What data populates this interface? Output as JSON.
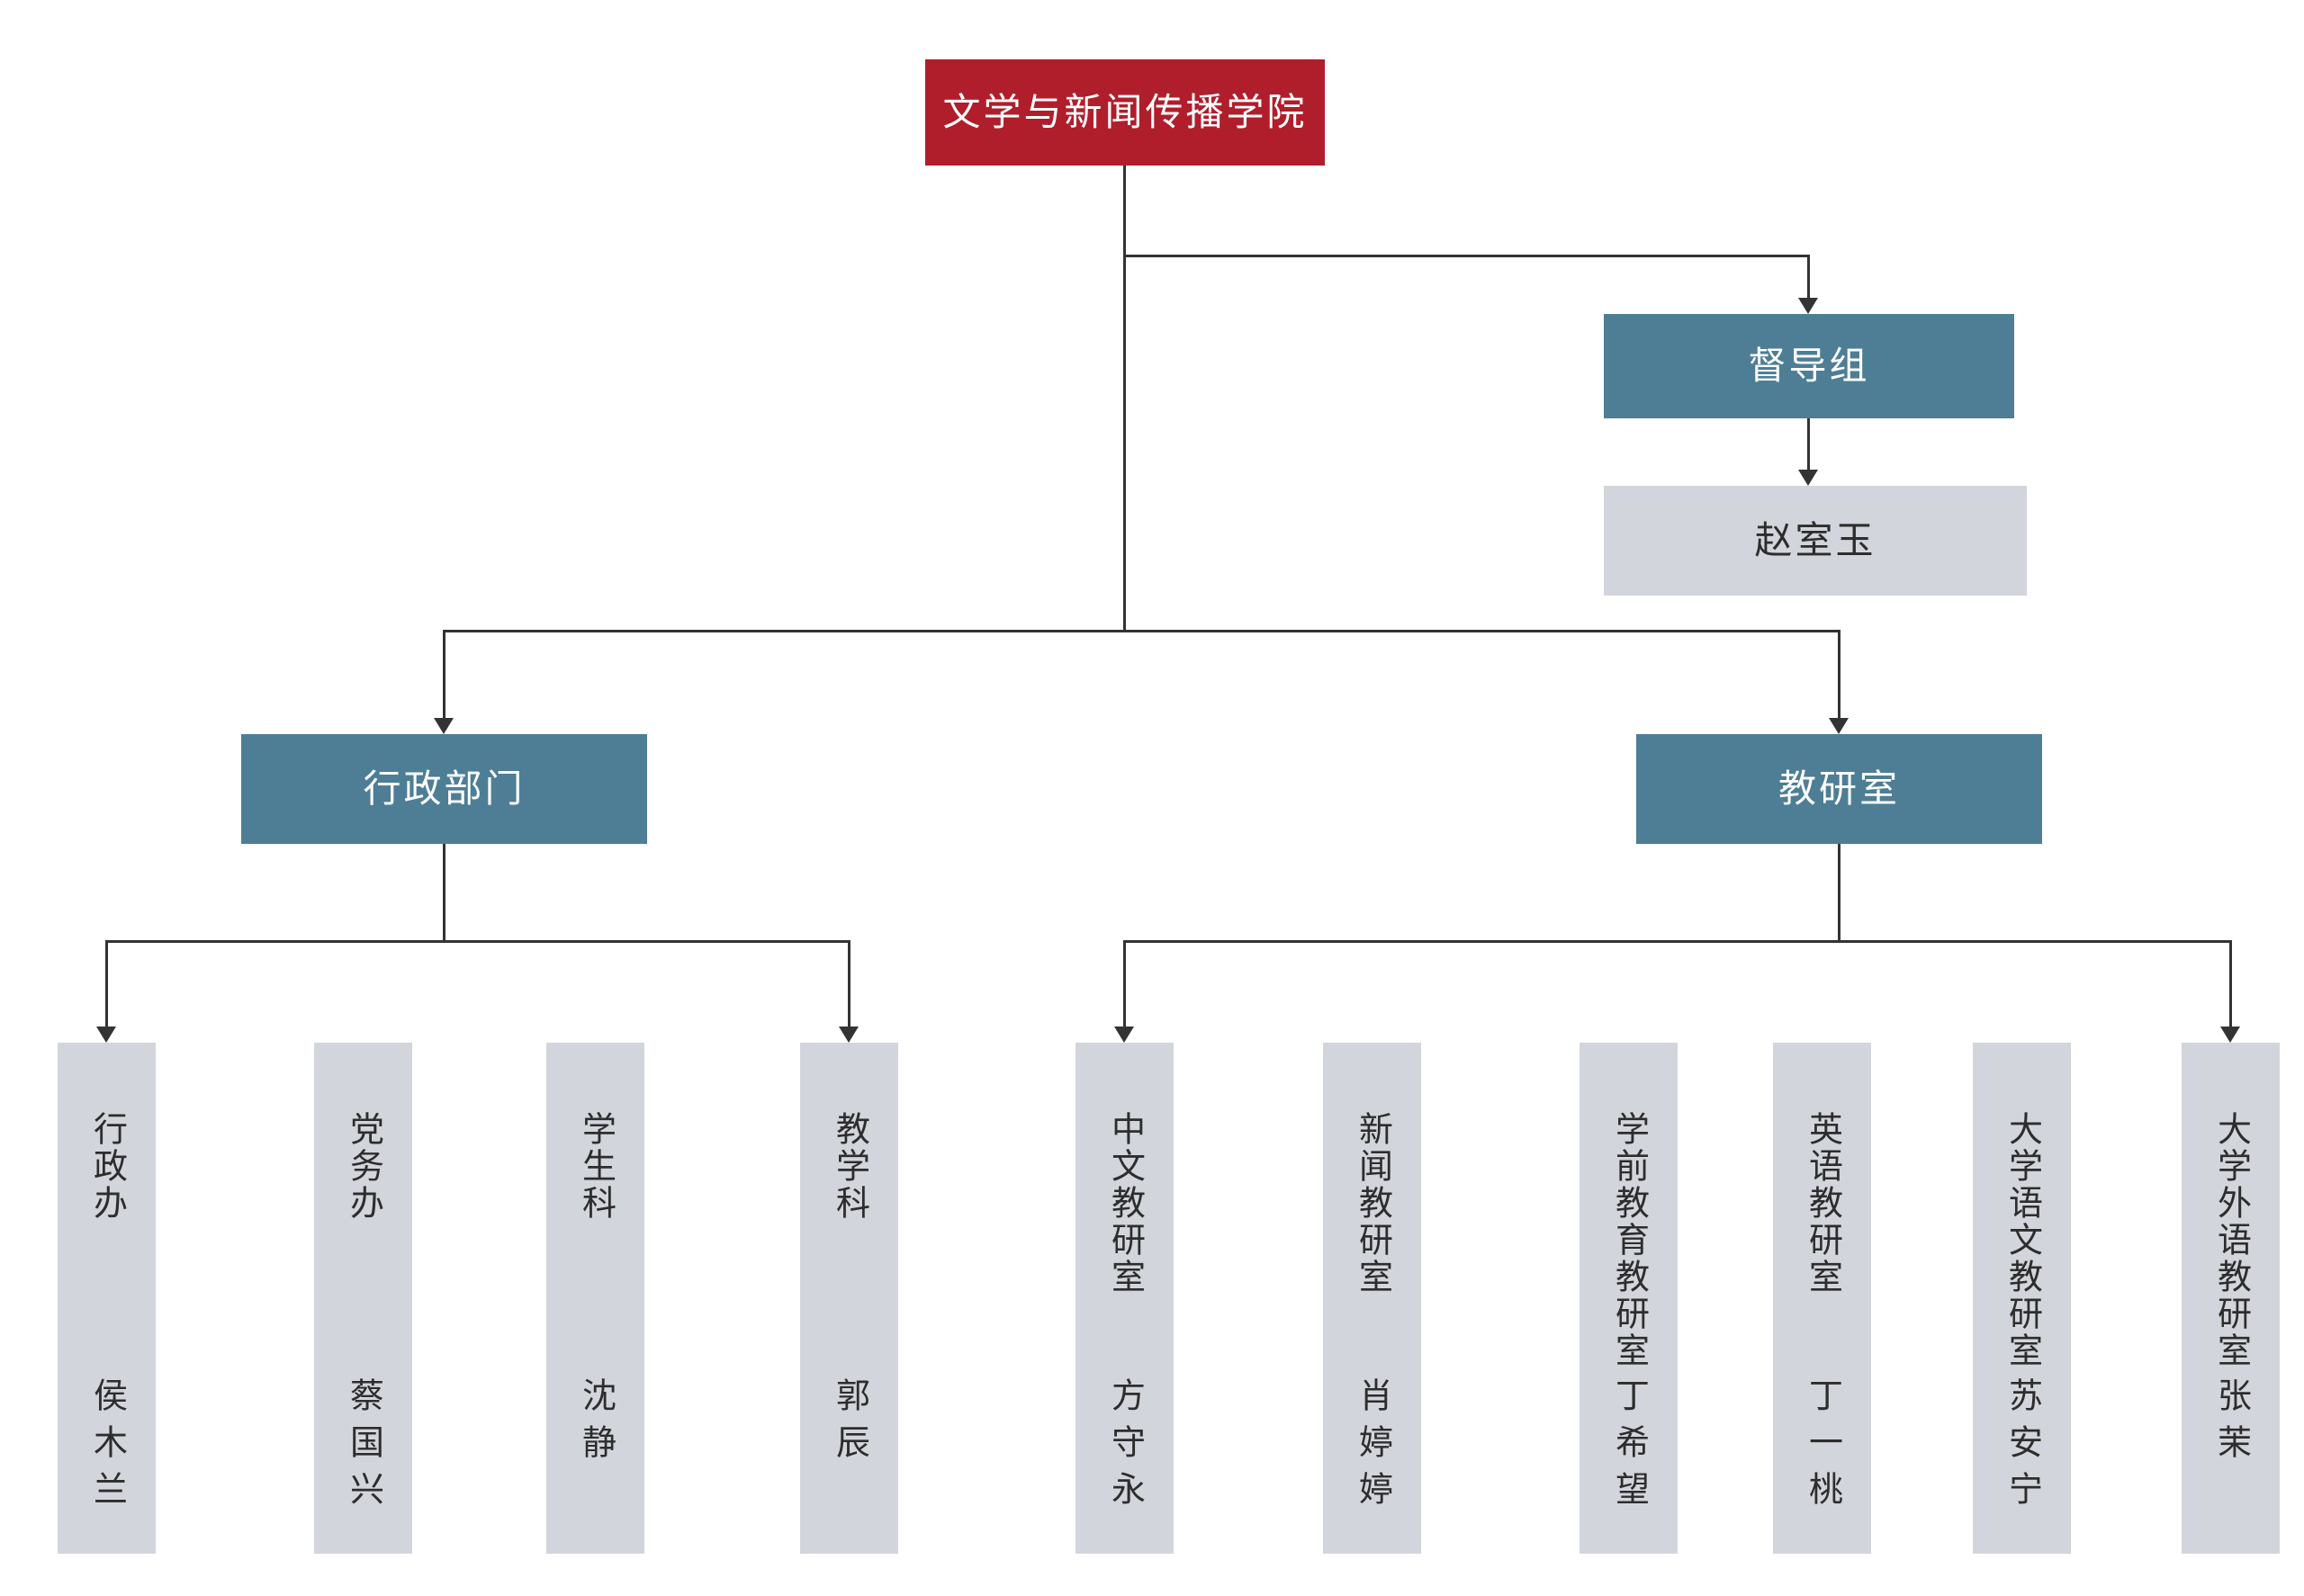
{
  "root": {
    "label": "文学与新闻传播学院"
  },
  "supervision": {
    "label": "督导组",
    "member": "赵室玉"
  },
  "admin": {
    "label": "行政部门",
    "children": [
      {
        "title": "行政办",
        "name": "侯木兰"
      },
      {
        "title": "党务办",
        "name": "蔡国兴"
      },
      {
        "title": "学生科",
        "name": "沈静"
      },
      {
        "title": "教学科",
        "name": "郭辰"
      }
    ]
  },
  "teaching": {
    "label": "教研室",
    "children": [
      {
        "title": "中文教研室",
        "name": "方守永"
      },
      {
        "title": "新闻教研室",
        "name": "肖婷婷"
      },
      {
        "title": "学前教育教研室",
        "name": "丁希望"
      },
      {
        "title": "英语教研室",
        "name": "丁一桃"
      },
      {
        "title": "大学语文教研室",
        "name": "苏安宁"
      },
      {
        "title": "大学外语教研室",
        "name": "张茉"
      }
    ]
  },
  "colors": {
    "root_box": "#b01e2c",
    "branch_box": "#4d7e95",
    "leaf_box": "#d3d5dc",
    "connector": "#333333"
  }
}
